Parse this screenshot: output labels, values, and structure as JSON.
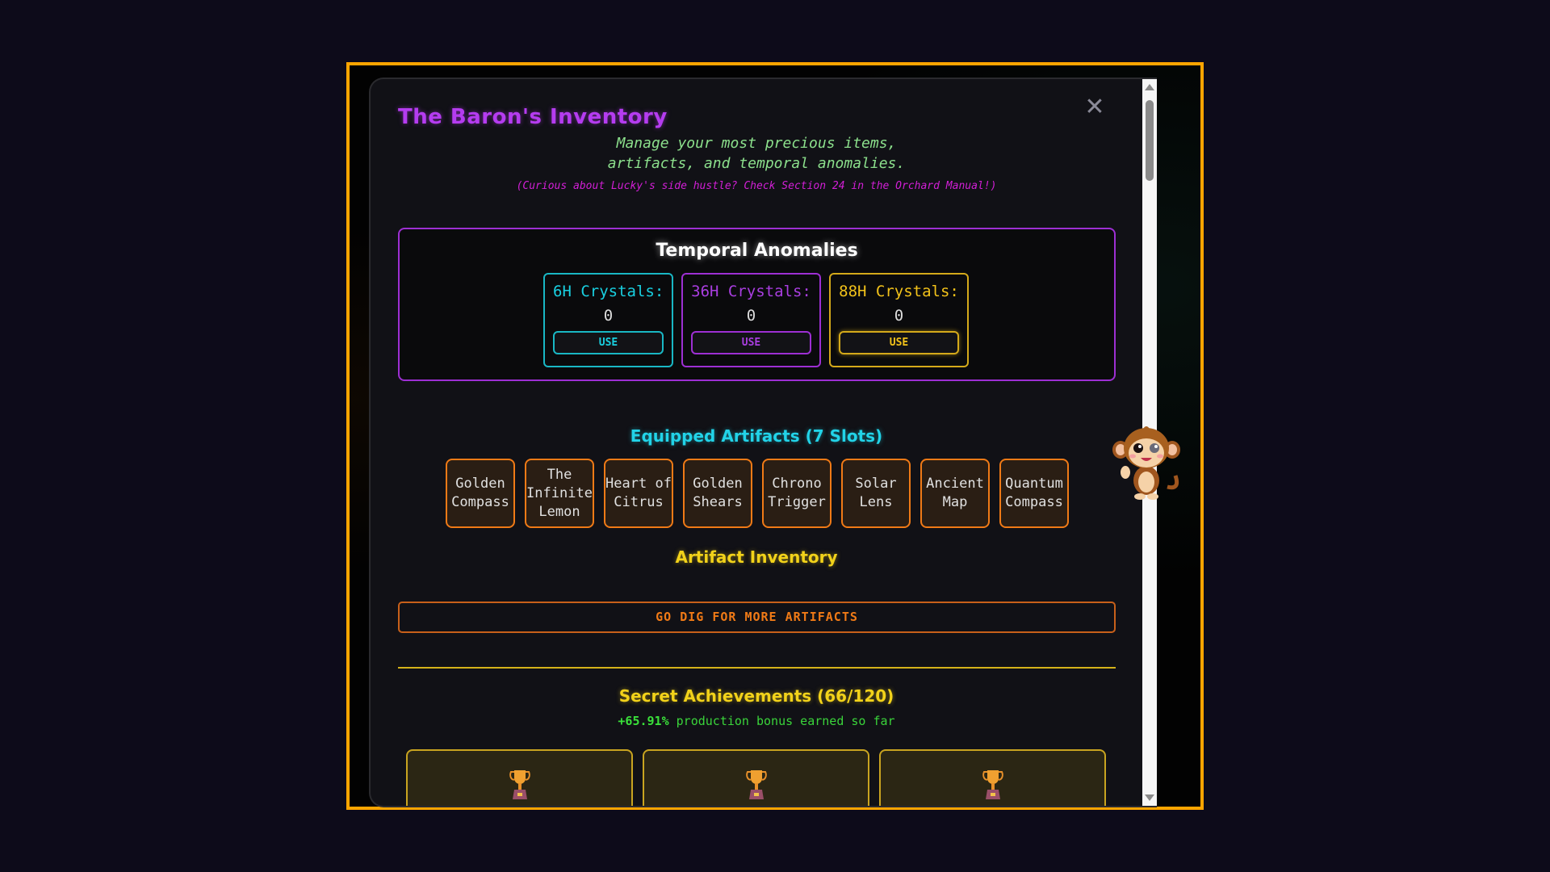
{
  "modal": {
    "title": "The Baron's Inventory",
    "subtitle_line1": "Manage your most precious items,",
    "subtitle_line2": "artifacts, and temporal anomalies.",
    "note": "(Curious about Lucky's side hustle? Check Section 24 in the Orchard Manual!)",
    "close_label": "✕"
  },
  "temporal": {
    "title": "Temporal Anomalies",
    "crystals": [
      {
        "label": "6H Crystals:",
        "value": "0",
        "button": "USE",
        "color": "#19cfe0"
      },
      {
        "label": "36H Crystals:",
        "value": "0",
        "button": "USE",
        "color": "#a93ee0"
      },
      {
        "label": "88H Crystals:",
        "value": "0",
        "button": "USE",
        "color": "#f2c21a"
      }
    ]
  },
  "equipped": {
    "title": "Equipped Artifacts (7 Slots)",
    "items": [
      "Golden Compass",
      "The Infinite Lemon",
      "Heart of Citrus",
      "Golden Shears",
      "Chrono Trigger",
      "Solar Lens",
      "Ancient Map",
      "Quantum Compass"
    ]
  },
  "inventory": {
    "title": "Artifact Inventory",
    "dig_button": "GO DIG FOR MORE ARTIFACTS"
  },
  "achievements": {
    "title": "Secret Achievements (66/120)",
    "bonus_value": "+65.91%",
    "bonus_text": " production bonus earned so far",
    "cards": [
      {
        "icon": "trophy-icon"
      },
      {
        "icon": "trophy-icon"
      },
      {
        "icon": "trophy-icon"
      }
    ]
  },
  "colors": {
    "frame_border": "#ffa500",
    "title_purple": "#b53cf0",
    "accent_cyan": "#22d3e8",
    "accent_gold": "#f2d21a",
    "accent_orange": "#f07a16",
    "bonus_green": "#3ad43a"
  }
}
